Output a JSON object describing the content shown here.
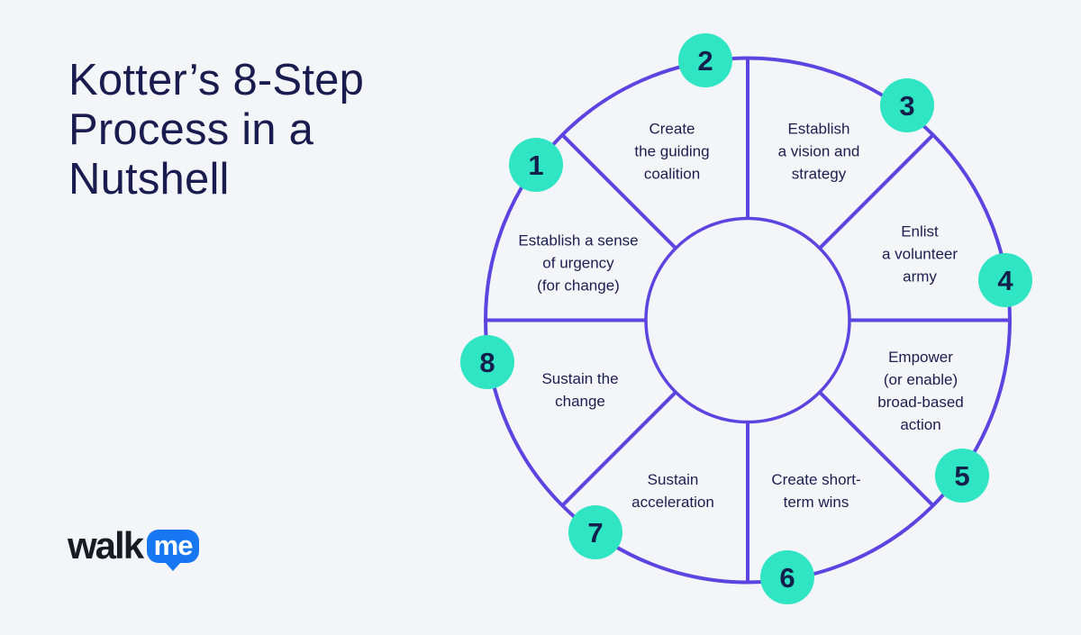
{
  "title": {
    "text": "Kotter’s 8-Step Process in a Nutshell",
    "lines": [
      "Kotter’s 8-Step",
      "Process in a",
      "Nutshell"
    ]
  },
  "colors": {
    "background": "#F3F5F9",
    "wheel_stroke": "#5B45E0",
    "badge_fill": "#2FE5C4",
    "badge_number": "#14204C",
    "text_dark": "#1D1E50",
    "title_dark": "#1A1B4E",
    "logo_blue": "#1777F2",
    "logo_text": "#1A1A22"
  },
  "wheel": {
    "segments": [
      {
        "number": "1",
        "label": "Establish a sense of urgency (for change)",
        "lines": [
          "Establish a sense",
          "of urgency",
          "(for change)"
        ]
      },
      {
        "number": "2",
        "label": "Create the guiding coalition",
        "lines": [
          "Create",
          "the guiding",
          "coalition"
        ]
      },
      {
        "number": "3",
        "label": "Establish a vision and strategy",
        "lines": [
          "Establish",
          "a vision and",
          "strategy"
        ]
      },
      {
        "number": "4",
        "label": "Enlist a volunteer army",
        "lines": [
          "Enlist",
          "a volunteer",
          "army"
        ]
      },
      {
        "number": "5",
        "label": "Empower (or enable) broad-based action",
        "lines": [
          "Empower",
          "(or enable)",
          "broad-based",
          "action"
        ]
      },
      {
        "number": "6",
        "label": "Create short-term wins",
        "lines": [
          "Create short-",
          "term wins"
        ]
      },
      {
        "number": "7",
        "label": "Sustain acceleration",
        "lines": [
          "Sustain",
          "acceleration"
        ]
      },
      {
        "number": "8",
        "label": "Sustain the change",
        "lines": [
          "Sustain the",
          "change"
        ]
      }
    ]
  },
  "logo": {
    "wordmark": "walk",
    "bubble_text": "me"
  }
}
